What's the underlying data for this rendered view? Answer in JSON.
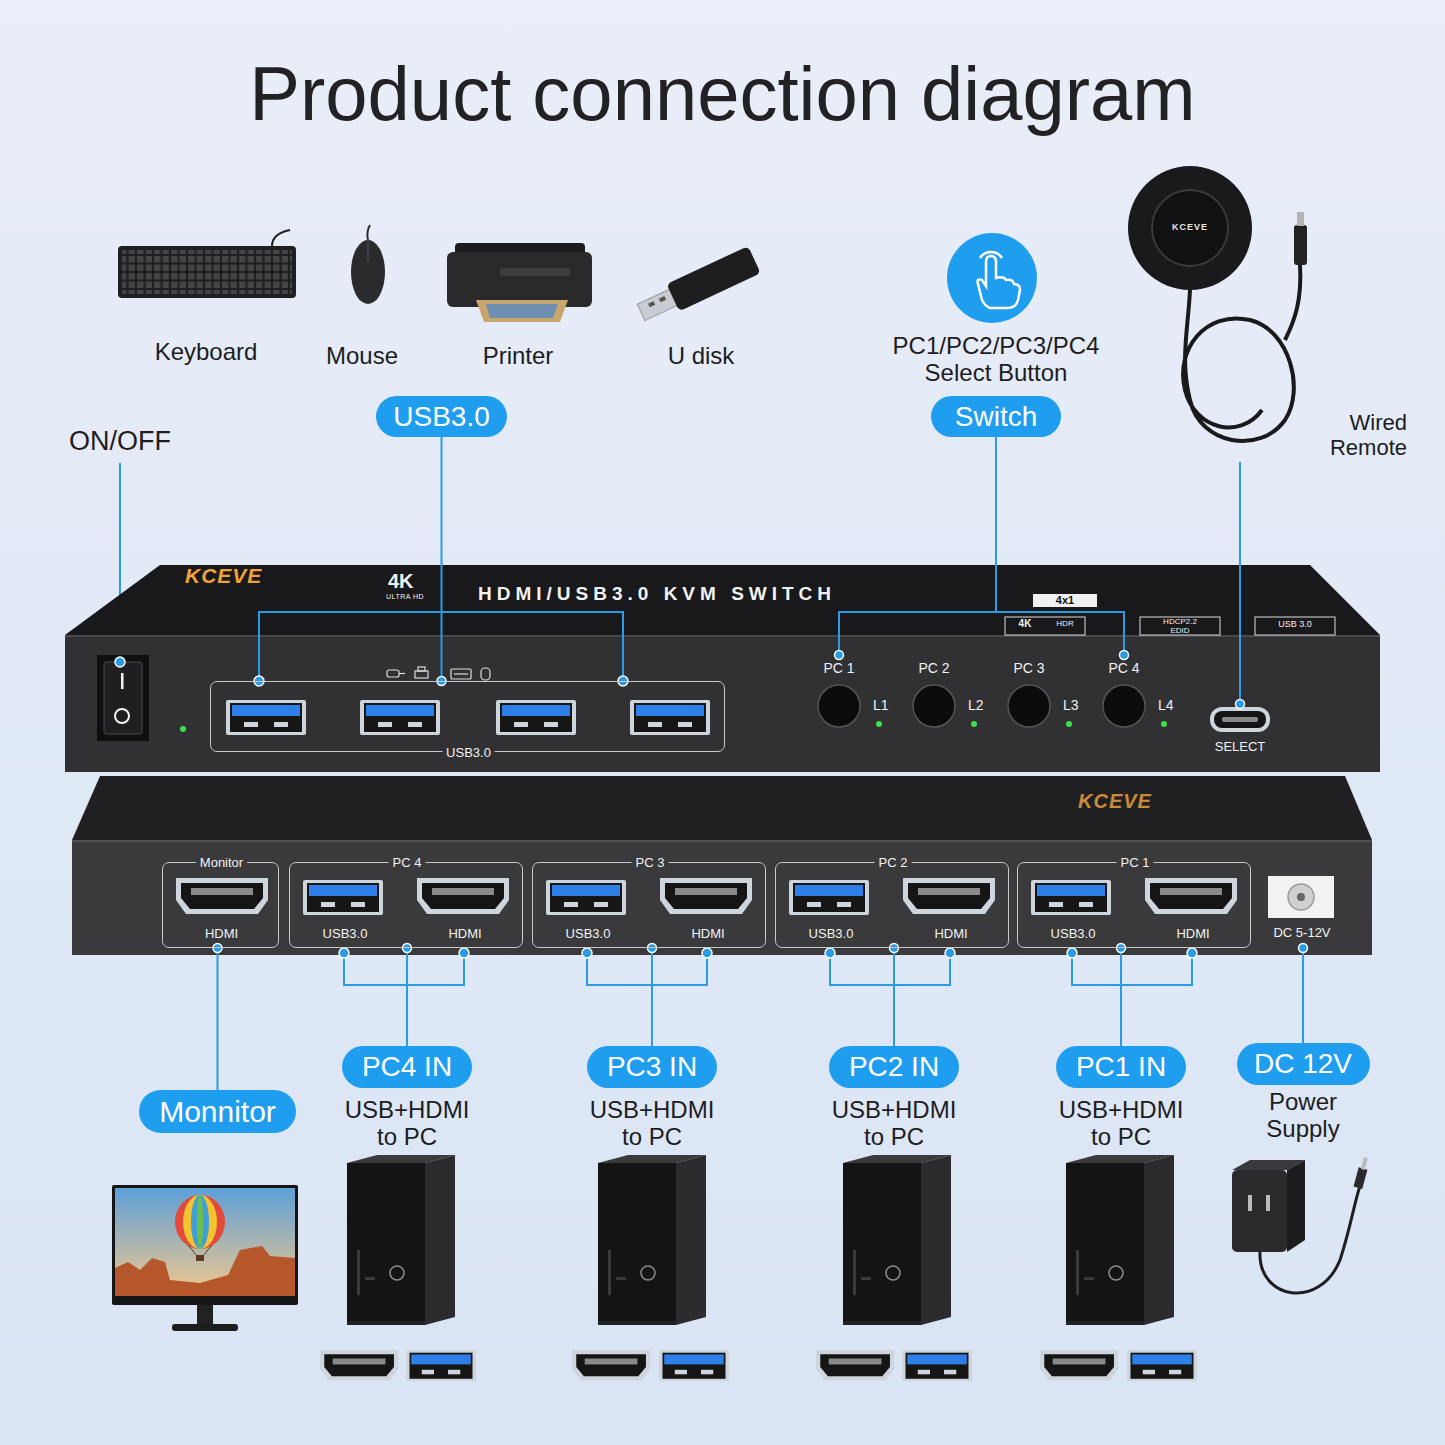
{
  "diagram": {
    "title": "Product connection diagram",
    "nodes": [
      {
        "text": [
          "PC1/PC2/PC3/PC4 Select Button",
          "Switch"
        ]
      },
      {
        "text": [
          "KCEVE",
          "Wired Remote"
        ]
      },
      {
        "text": [
          "USB3.0"
        ]
      },
      {
        "text": [
          "KCEVE",
          "4K",
          "ULTRA HD",
          "HDMI/USB3.0 KVM SWITCH",
          "4x1",
          "4K",
          "HDR",
          "HDCP2.2",
          "EDID",
          "USB 3.0"
        ]
      },
      {
        "text": [
          "USB3.0"
        ],
        "in": 3
      },
      {
        "text": [
          "PC 1",
          "L1"
        ],
        "in": 3
      },
      {
        "text": [
          "PC 2",
          "L2"
        ],
        "in": 3
      },
      {
        "text": [
          "PC 3",
          "L3"
        ],
        "in": 3
      },
      {
        "text": [
          "PC 4",
          "L4"
        ],
        "in": 3
      },
      {
        "text": [
          "SELECT"
        ],
        "in": 3
      },
      {
        "text": [
          "KCEVE"
        ]
      },
      {
        "text": [
          "Monitor",
          "HDMI"
        ],
        "in": 10
      },
      {
        "text": [
          "PC 4",
          "USB3.0",
          "HDMI"
        ],
        "in": 10
      },
      {
        "text": [
          "PC 3",
          "USB3.0",
          "HDMI"
        ],
        "in": 10
      },
      {
        "text": [
          "PC 2",
          "USB3.0",
          "HDMI"
        ],
        "in": 10
      },
      {
        "text": [
          "PC 1",
          "USB3.0",
          "HDMI"
        ],
        "in": 10
      },
      {
        "text": [
          "DC 5-12V"
        ],
        "in": 10
      },
      {
        "text": [
          "Monnitor"
        ]
      },
      {
        "text": [
          "PC4 IN",
          "USB+HDMI to PC"
        ]
      },
      {
        "text": [
          "PC3 IN",
          "USB+HDMI to PC"
        ]
      },
      {
        "text": [
          "PC2 IN",
          "USB+HDMI to PC"
        ]
      },
      {
        "text": [
          "PC1 IN",
          "USB+HDMI to PC"
        ]
      },
      {
        "text": [
          "DC 12V",
          "Power Supply"
        ]
      }
    ],
    "edges": [
      {
        "from": 2,
        "to": 4,
        "arrow": "none"
      },
      {
        "from": 0,
        "to": 5,
        "arrow": "none"
      },
      {
        "from": 0,
        "to": 8,
        "arrow": "none"
      },
      {
        "from": 1,
        "to": 9,
        "arrow": "none"
      },
      {
        "from": 17,
        "to": 11,
        "arrow": "none"
      },
      {
        "from": 18,
        "to": 12,
        "arrow": "none"
      },
      {
        "from": 19,
        "to": 13,
        "arrow": "none"
      },
      {
        "from": 20,
        "to": 14,
        "arrow": "none"
      },
      {
        "from": 21,
        "to": 15,
        "arrow": "none"
      },
      {
        "from": 22,
        "to": 16,
        "arrow": "none"
      }
    ],
    "labels": [
      "Keyboard",
      "Mouse",
      "Printer",
      "U disk",
      "ON/OFF"
    ]
  }
}
